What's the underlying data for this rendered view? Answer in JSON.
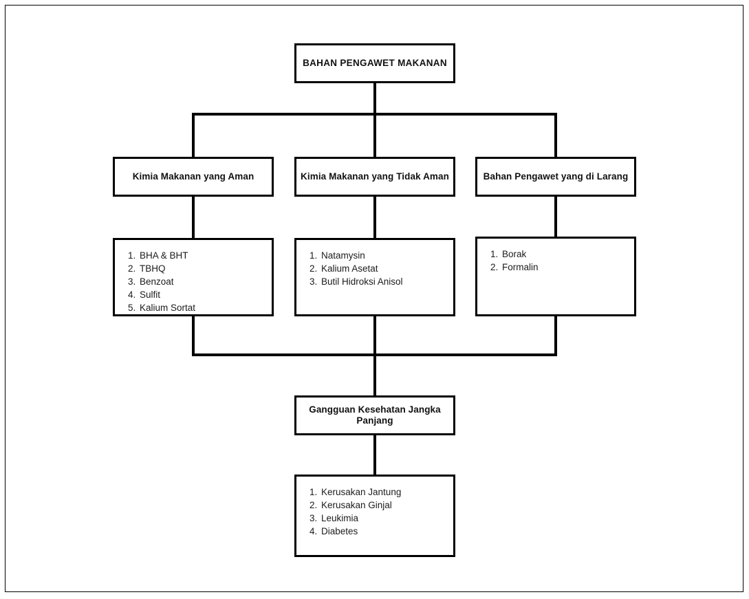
{
  "diagram": {
    "title": "BAHAN PENGAWET MAKANAN",
    "root": {
      "label": "BAHAN PENGAWET MAKANAN"
    },
    "branches": [
      {
        "label": "Kimia Makanan yang Aman",
        "items": [
          "BHA & BHT",
          "TBHQ",
          "Benzoat",
          "Sulfit",
          "Kalium Sortat"
        ]
      },
      {
        "label": "Kimia Makanan yang Tidak Aman",
        "items": [
          "Natamysin",
          "Kalium Asetat",
          "Butil Hidroksi Anisol"
        ]
      },
      {
        "label": "Bahan Pengawet yang di Larang",
        "items": [
          "Borak",
          "Formalin"
        ]
      }
    ],
    "outcome": {
      "label": "Gangguan Kesehatan Jangka Panjang",
      "items": [
        "Kerusakan Jantung",
        "Kerusakan Ginjal",
        "Leukimia",
        "Diabetes"
      ]
    },
    "colors": {
      "stroke": "#000000",
      "background": "#ffffff",
      "text": "#111111"
    }
  }
}
